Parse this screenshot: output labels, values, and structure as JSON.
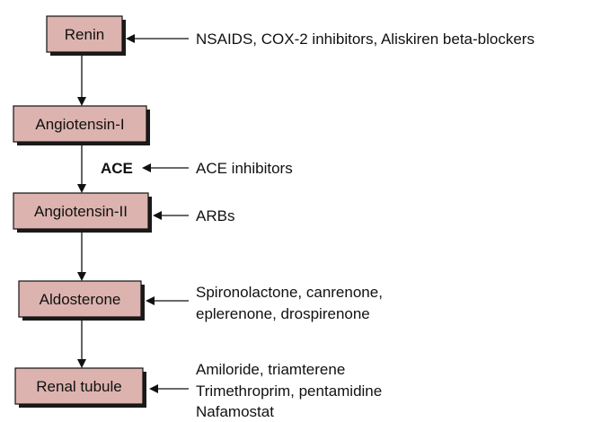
{
  "colors": {
    "box_fill": "#dcb3ae",
    "box_border": "#111111",
    "box_shadow": "#1a1a1a",
    "text": "#111111"
  },
  "pathway": [
    {
      "id": "renin",
      "label": "Renin"
    },
    {
      "id": "angiotensin-i",
      "label": "Angiotensin-I"
    },
    {
      "id": "angiotensin-ii",
      "label": "Angiotensin-II"
    },
    {
      "id": "aldosterone",
      "label": "Aldosterone"
    },
    {
      "id": "renal-tubule",
      "label": "Renal tubule"
    }
  ],
  "enzyme": {
    "label": "ACE"
  },
  "inhibitors": {
    "renin": [
      "NSAIDS, COX-2 inhibitors, Aliskiren beta-blockers"
    ],
    "ace": [
      "ACE inhibitors"
    ],
    "angiotensin_ii": [
      "ARBs"
    ],
    "aldosterone": [
      "Spironolactone, canrenone,",
      "eplerenone, drospirenone"
    ],
    "renal_tubule": [
      "Amiloride, triamterene",
      "Trimethroprim, pentamidine",
      "Nafamostat"
    ]
  }
}
